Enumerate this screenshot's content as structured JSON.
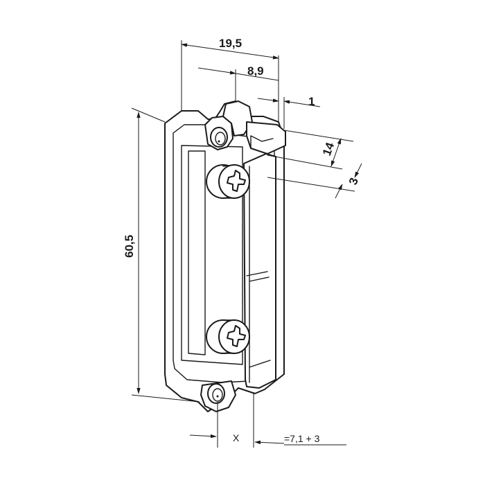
{
  "dimensions": {
    "width_total": "19,5",
    "width_partial": "8,9",
    "offset_small": "1",
    "depth_top": "14",
    "offset_top": "3",
    "height_total": "60,5",
    "hole_offset": "X",
    "faceplate_offset": "=7,1 + 3"
  },
  "colors": {
    "line": "#1a1a1a",
    "background": "#ffffff"
  }
}
